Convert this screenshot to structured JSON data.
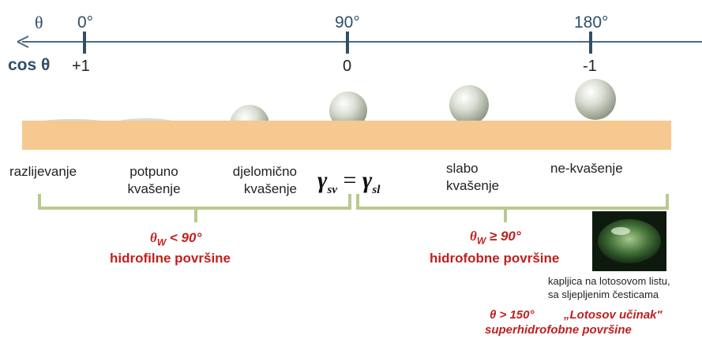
{
  "axis": {
    "theta_symbol": "θ",
    "cos_label": "cos θ",
    "ticks": [
      {
        "angle": "0°",
        "cos": "+1"
      },
      {
        "angle": "90°",
        "cos": "0"
      },
      {
        "angle": "180°",
        "cos": "-1"
      }
    ]
  },
  "categories": {
    "spreading": "razlijevanje",
    "full_wetting_1": "potpuno",
    "full_wetting_2": "kvašenje",
    "partial_wetting_1": "djelomično",
    "partial_wetting_2": "kvašenje",
    "poor_wetting_1": "slabo",
    "poor_wetting_2": "kvašenje",
    "non_wetting": "ne-kvašenje"
  },
  "equation": {
    "gamma_sv": "γ",
    "sv_sub": "sv",
    "equals": "=",
    "gamma_sl": "γ",
    "sl_sub": "sl"
  },
  "hydrophilic": {
    "condition_theta": "θ",
    "condition_sub": "W",
    "condition_rest": "< 90°",
    "label": "hidrofilne površine"
  },
  "hydrophobic": {
    "condition_theta": "θ",
    "condition_sub": "W",
    "condition_rest": "≥ 90°",
    "label": "hidrofobne površine"
  },
  "lotus_caption": {
    "line1": "kapljica na lotosovom listu,",
    "line2": "sa sljepljenim česticama"
  },
  "superhydrophobic": {
    "condition": "θ > 150°",
    "effect": "„Lotosov učinak\"",
    "label": "superhidrofobne površine"
  },
  "colors": {
    "axis": "#4a6b85",
    "surface": "#f5c98f",
    "bracket": "#b9c98f",
    "accent_red": "#c0201e"
  }
}
